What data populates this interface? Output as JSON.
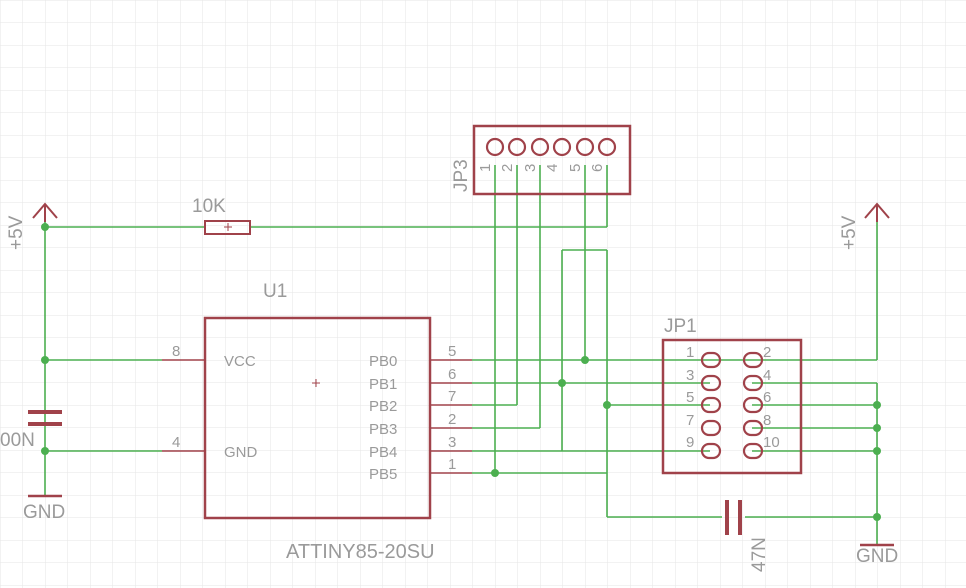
{
  "power": {
    "vcc_label": "+5V",
    "gnd_label": "GND"
  },
  "resistor": {
    "value": "10K"
  },
  "cap_left": {
    "value": "00N"
  },
  "cap_right": {
    "value": "47N"
  },
  "jp3": {
    "name": "JP3",
    "pins": [
      "1",
      "2",
      "3",
      "4",
      "5",
      "6"
    ]
  },
  "u1": {
    "name": "U1",
    "part": "ATTINY85-20SU",
    "left_pins": [
      {
        "num": "8",
        "label": "VCC"
      },
      {
        "num": "4",
        "label": "GND"
      }
    ],
    "right_pins": [
      {
        "num": "5",
        "label": "PB0"
      },
      {
        "num": "6",
        "label": "PB1"
      },
      {
        "num": "7",
        "label": "PB2"
      },
      {
        "num": "2",
        "label": "PB3"
      },
      {
        "num": "3",
        "label": "PB4"
      },
      {
        "num": "1",
        "label": "PB5"
      }
    ]
  },
  "jp1": {
    "name": "JP1",
    "pins": [
      "1",
      "2",
      "3",
      "4",
      "5",
      "6",
      "7",
      "8",
      "9",
      "10"
    ]
  },
  "colors": {
    "net": "#4caf50",
    "part": "#a0424a",
    "text": "#9a9a9a",
    "grid": "#e6e6e6"
  }
}
